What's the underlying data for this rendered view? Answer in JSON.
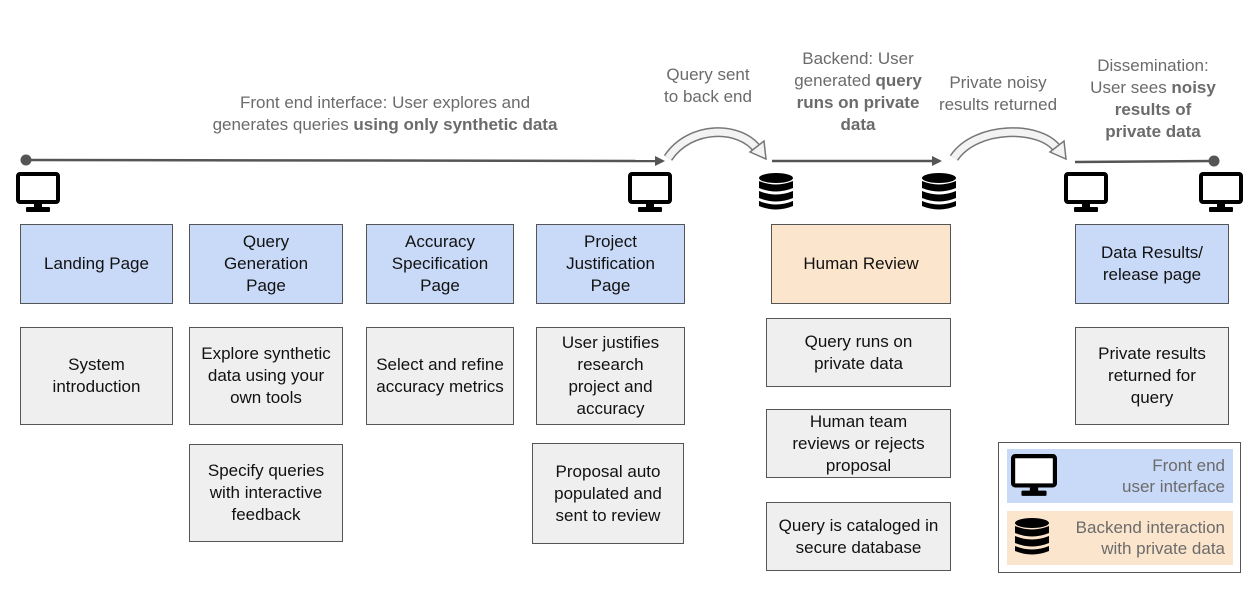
{
  "top_labels": {
    "frontend": {
      "line1": "Front end interface: User explores and",
      "line2_pre": "generates queries ",
      "line2_bold": "using only synthetic data"
    },
    "query_sent": {
      "line1": "Query sent",
      "line2": "to back end"
    },
    "backend": {
      "line1": "Backend: User",
      "line2_pre": "generated ",
      "line2_bold": "query",
      "line3_bold": "runs on private",
      "line4_bold": "data"
    },
    "private_noisy": {
      "line1": "Private noisy",
      "line2": "results returned"
    },
    "dissemination": {
      "line1": "Dissemination:",
      "line2_pre": "User sees ",
      "line2_bold": "noisy",
      "line3_bold": "results of",
      "line4_bold": "private data"
    }
  },
  "pages": {
    "landing": "Landing Page",
    "query_generation": "Query Generation Page",
    "accuracy_spec": "Accuracy Specification Page",
    "project_justification": "Project Justification Page",
    "human_review": "Human Review",
    "data_results": "Data Results/ release page"
  },
  "details": {
    "system_intro": "System introduction",
    "explore_synthetic": "Explore synthetic data using your own tools",
    "specify_queries": "Specify queries with interactive feedback",
    "select_refine": "Select and refine accuracy metrics",
    "user_justifies": "User justifies research project and accuracy",
    "proposal_auto": "Proposal auto populated and sent to review",
    "query_runs": "Query runs on private data",
    "human_team": "Human team reviews or rejects proposal",
    "query_cataloged": "Query is cataloged in secure database",
    "private_results": "Private results returned for query"
  },
  "legend": {
    "frontend_line1": "Front end",
    "frontend_line2": "user interface",
    "backend_line1": "Backend interaction",
    "backend_line2": "with private data"
  },
  "colors": {
    "frontend": "#c9daf8",
    "backend": "#fce5cd",
    "detail": "#efefef"
  },
  "icons": [
    "monitor-icon",
    "database-icon",
    "curved-arrow-icon"
  ]
}
